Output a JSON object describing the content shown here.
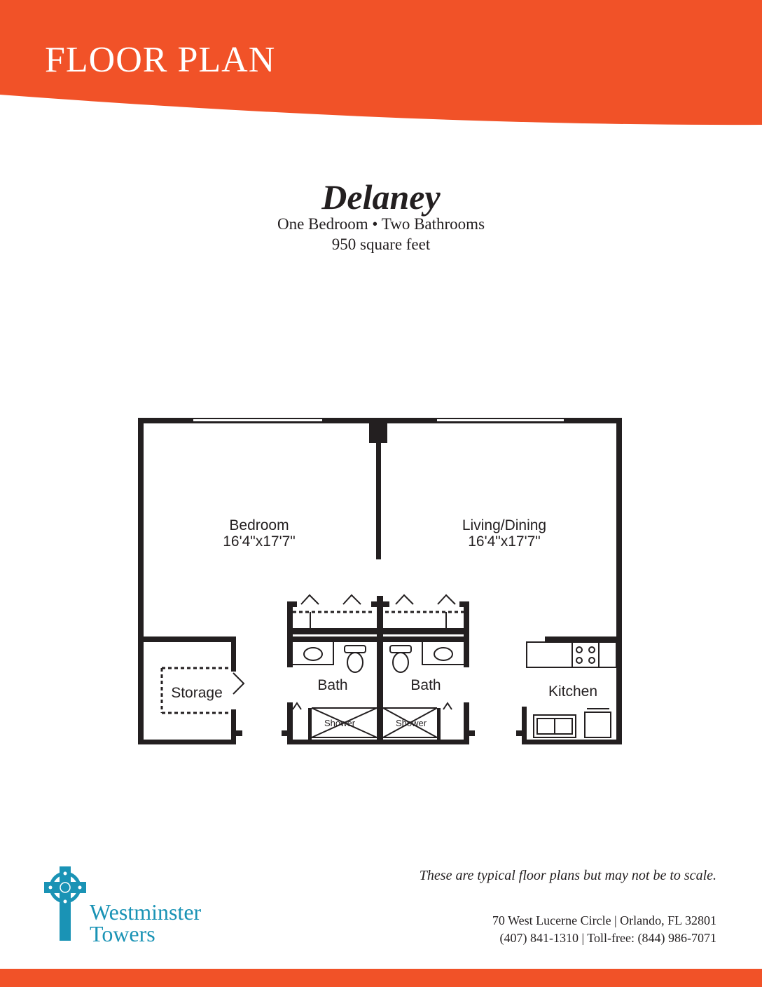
{
  "colors": {
    "brand_orange": "#f15228",
    "logo_teal": "#1a93b5",
    "wall": "#231f20"
  },
  "header": {
    "title": "FLOOR PLAN"
  },
  "plan": {
    "name": "Delaney",
    "subtitle": "One Bedroom • Two Bathrooms",
    "area": "950 square feet"
  },
  "rooms": {
    "bedroom": {
      "label": "Bedroom",
      "dims": "16'4\"x17'7\""
    },
    "living": {
      "label": "Living/Dining",
      "dims": "16'4\"x17'7\""
    },
    "storage": {
      "label": "Storage"
    },
    "bath1": {
      "label": "Bath",
      "shower": "Shower"
    },
    "bath2": {
      "label": "Bath",
      "shower": "Shower"
    },
    "kitchen": {
      "label": "Kitchen"
    }
  },
  "footer": {
    "disclaimer": "These are typical floor plans but may not be to scale.",
    "address": "70 West Lucerne Circle | Orlando, FL 32801",
    "phone": "(407) 841-1310  | Toll-free: (844) 986-7071",
    "logo_line1": "Westminster",
    "logo_line2": "Towers"
  }
}
